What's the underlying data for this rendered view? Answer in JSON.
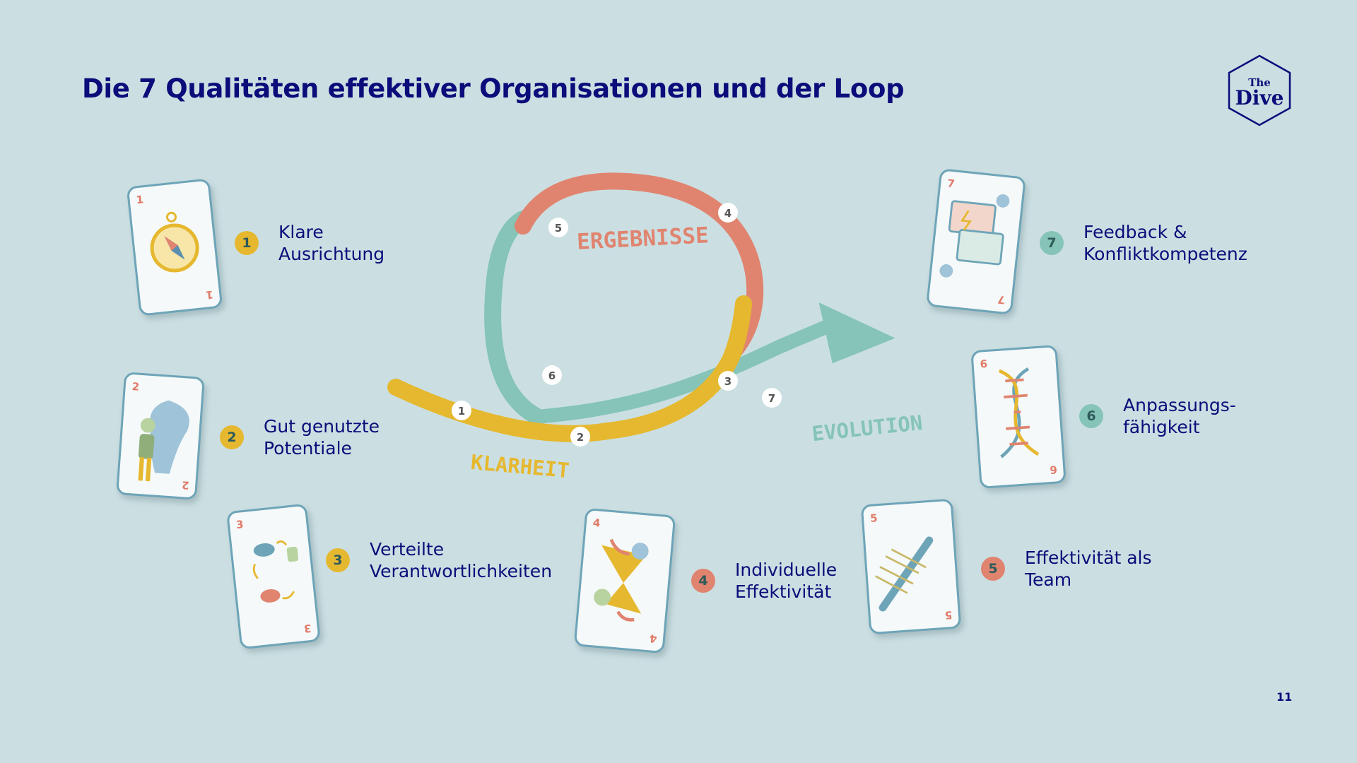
{
  "title": "Die 7 Qualitäten effektiver Organisationen und der Loop",
  "logo": {
    "line1": "The",
    "line2": "Dive"
  },
  "page_number": "11",
  "loop": {
    "labels": {
      "klarheit": "KLARHEIT",
      "ergebnisse": "ERGEBNISSE",
      "evolution": "EVOLUTION"
    },
    "markers": [
      "1",
      "2",
      "3",
      "4",
      "5",
      "6",
      "7"
    ],
    "colors": {
      "yellow": "#e6b82f",
      "red": "#e08470",
      "teal": "#85c4b6"
    }
  },
  "qualities": [
    {
      "number": "1",
      "line1": "Klare",
      "line2": "Ausrichtung",
      "badge_color": "#e6b82f",
      "card_icon": "compass-icon"
    },
    {
      "number": "2",
      "line1": "Gut genutzte",
      "line2": "Potentiale",
      "badge_color": "#e6b82f",
      "card_icon": "person-shadow-icon"
    },
    {
      "number": "3",
      "line1": "Verteilte",
      "line2": "Verantwortlichkeiten",
      "badge_color": "#e6b82f",
      "card_icon": "hats-cycle-icon"
    },
    {
      "number": "4",
      "line1": "Individuelle",
      "line2": "Effektivität",
      "badge_color": "#e08470",
      "card_icon": "hourglass-people-icon"
    },
    {
      "number": "5",
      "line1": "Effektivität als",
      "line2": "Team",
      "badge_color": "#e08470",
      "card_icon": "rowing-boat-icon"
    },
    {
      "number": "6",
      "line1": "Anpassungs-",
      "line2": "fähigkeit",
      "badge_color": "#85c4b6",
      "card_icon": "dna-icon"
    },
    {
      "number": "7",
      "line1": "Feedback &",
      "line2": "Konfliktkompetenz",
      "badge_color": "#85c4b6",
      "card_icon": "speech-bubbles-icon"
    }
  ]
}
